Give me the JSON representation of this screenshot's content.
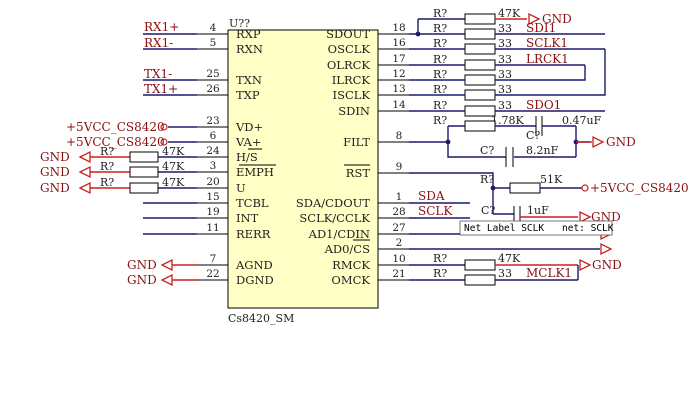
{
  "chip": {
    "designator": "U??",
    "part_name": "Cs8420_SM",
    "left_pins": [
      {
        "num": "4",
        "name": "RXP"
      },
      {
        "num": "5",
        "name": "RXN"
      },
      {
        "num": "25",
        "name": "TXN"
      },
      {
        "num": "26",
        "name": "TXP"
      },
      {
        "num": "23",
        "name": "VD+"
      },
      {
        "num": "6",
        "name": "VA+"
      },
      {
        "num": "24",
        "name": "H/S"
      },
      {
        "num": "3",
        "name": "EMPH"
      },
      {
        "num": "20",
        "name": "U"
      },
      {
        "num": "15",
        "name": "TCBL"
      },
      {
        "num": "19",
        "name": "INT"
      },
      {
        "num": "11",
        "name": "RERR"
      },
      {
        "num": "7",
        "name": "AGND"
      },
      {
        "num": "22",
        "name": "DGND"
      }
    ],
    "right_pins": [
      {
        "num": "18",
        "name": "SDOUT"
      },
      {
        "num": "16",
        "name": "OSCLK"
      },
      {
        "num": "17",
        "name": "OLRCK"
      },
      {
        "num": "12",
        "name": "ILRCK"
      },
      {
        "num": "13",
        "name": "ISCLK"
      },
      {
        "num": "14",
        "name": "SDIN"
      },
      {
        "num": "8",
        "name": "FILT"
      },
      {
        "num": "9",
        "name": "RST"
      },
      {
        "num": "1",
        "name": "SDA/CDOUT"
      },
      {
        "num": "28",
        "name": "SCLK/CCLK"
      },
      {
        "num": "27",
        "name": "AD1/CDIN"
      },
      {
        "num": "2",
        "name": "AD0/CS"
      },
      {
        "num": "10",
        "name": "RMCK"
      },
      {
        "num": "21",
        "name": "OMCK"
      }
    ]
  },
  "left_nets": [
    "RX1+",
    "RX1-",
    "TX1-",
    "TX1+"
  ],
  "supply": {
    "vcc": "+5VCC_CS8420",
    "gnd": "GND"
  },
  "left_resistors": [
    {
      "ref": "R?",
      "value": "47K"
    },
    {
      "ref": "R?",
      "value": "47K"
    },
    {
      "ref": "R?",
      "value": "47K"
    }
  ],
  "right_resistors": [
    {
      "ref": "R?",
      "value": "47K",
      "net": ""
    },
    {
      "ref": "R?",
      "value": "33",
      "net": "SDI1"
    },
    {
      "ref": "R?",
      "value": "33",
      "net": "SCLK1"
    },
    {
      "ref": "R?",
      "value": "33",
      "net": "LRCK1"
    },
    {
      "ref": "R?",
      "value": "33",
      "net": ""
    },
    {
      "ref": "R?",
      "value": "33",
      "net": ""
    },
    {
      "ref": "R?",
      "value": "33",
      "net": "SDO1"
    },
    {
      "ref": "R?",
      "value": "1.78K",
      "net": ""
    }
  ],
  "filt_caps": [
    {
      "ref": "C?",
      "value": "0.47uF"
    },
    {
      "ref": "C?",
      "value": "8.2nF"
    }
  ],
  "rst": {
    "res_ref": "R?",
    "res_value": "51K",
    "cap_ref": "C?",
    "cap_value": "1uF"
  },
  "ctrl_nets": [
    "SDA",
    "SCLK"
  ],
  "bottom_resistors": [
    {
      "ref": "R?",
      "value": "47K",
      "net": ""
    },
    {
      "ref": "R?",
      "value": "33",
      "net": "MCLK1"
    }
  ],
  "tooltip": {
    "text": "Net Label SCLK",
    "sub": "net: SCLK"
  }
}
